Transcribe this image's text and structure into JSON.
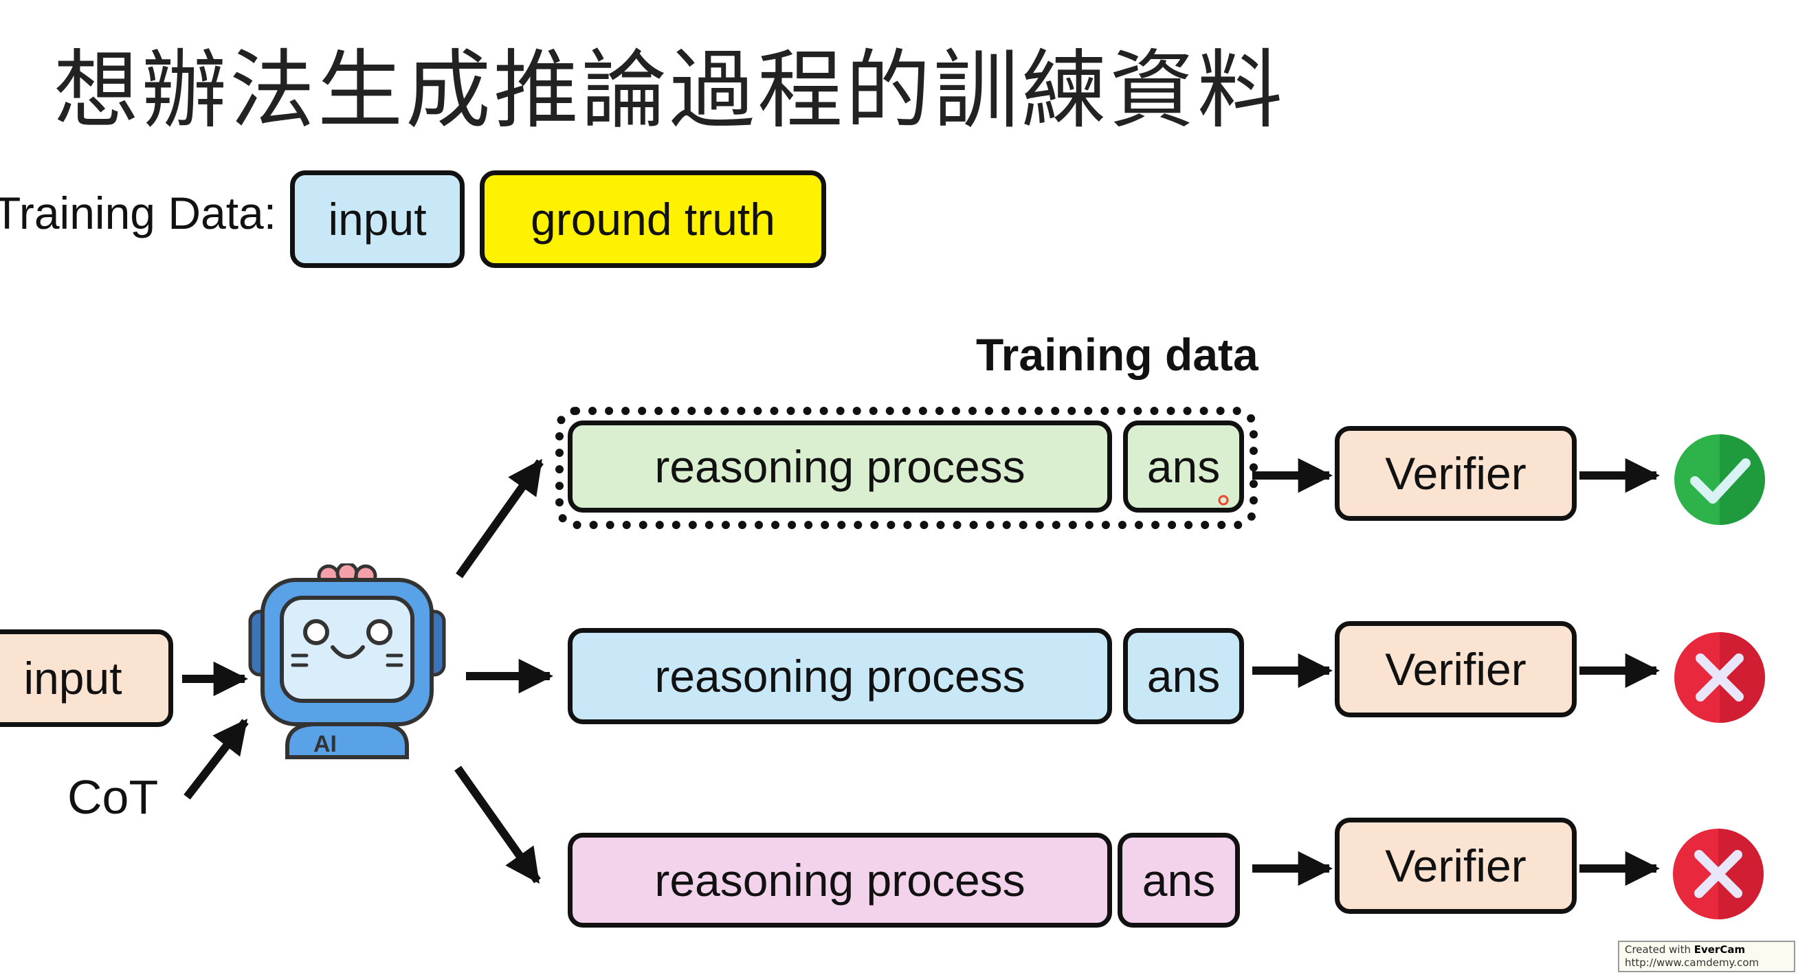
{
  "title": "想辦法生成推論過程的訓練資料",
  "training_data_row": {
    "label": "Training Data:",
    "input": "input",
    "ground_truth": "ground truth"
  },
  "section_label": "Training data",
  "model": {
    "input_label": "input",
    "cot_label": "CoT",
    "robot_badge": "AI"
  },
  "rows": [
    {
      "process": "reasoning process",
      "answer": "ans",
      "verifier": "Verifier",
      "result": "correct",
      "color": "#d9efcf"
    },
    {
      "process": "reasoning process",
      "answer": "ans",
      "verifier": "Verifier",
      "result": "wrong",
      "color": "#c8e8f8"
    },
    {
      "process": "reasoning process",
      "answer": "ans",
      "verifier": "Verifier",
      "result": "wrong",
      "color": "#f3d3ec"
    }
  ],
  "colors": {
    "blue": "#c8e8f8",
    "yellow": "#fff200",
    "peach": "#fbe3d1",
    "green_box": "#d9efcf",
    "pink_box": "#f3d3ec",
    "check_green": "#2db34a",
    "cross_red": "#e8283c"
  },
  "watermark": {
    "line1_prefix": "Created with ",
    "line1_brand": "EverCam",
    "line2": "http://www.camdemy.com"
  }
}
